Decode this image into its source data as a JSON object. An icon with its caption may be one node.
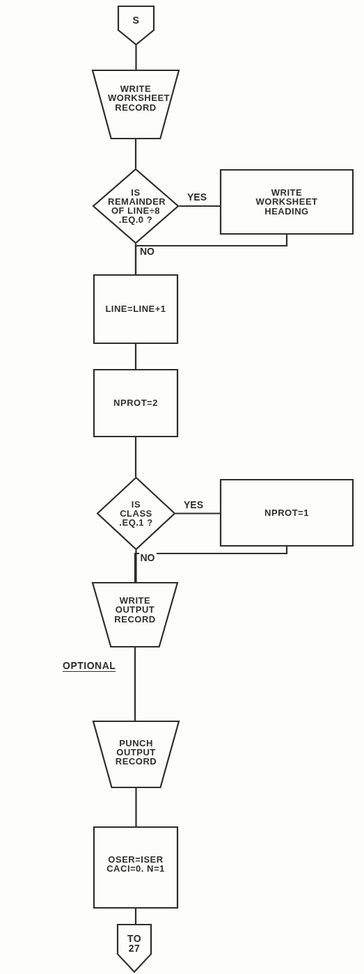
{
  "diagram": {
    "nodes": [
      {
        "text": [
          "S"
        ]
      },
      {
        "text": [
          "WRITE WORKSHEET RECORD"
        ]
      },
      {
        "text": [
          "IS REMAINDER OF LINE÷8 .EQ.0 ?"
        ]
      },
      {
        "text": [
          "WRITE WORKSHEET HEADING"
        ]
      },
      {
        "text": [
          "LINE=LINE+1"
        ]
      },
      {
        "text": [
          "NPROT=2"
        ]
      },
      {
        "text": [
          "IS CLASS .EQ.1 ?"
        ]
      },
      {
        "text": [
          "NPROT=1"
        ]
      },
      {
        "text": [
          "WRITE OUTPUT RECORD"
        ]
      },
      {
        "text": [
          "PUNCH OUTPUT RECORD"
        ]
      },
      {
        "text": [
          "OSER=ISER CACI=0. N=1"
        ]
      },
      {
        "text": [
          "TO 27"
        ]
      }
    ],
    "edges": [
      {
        "from": 0,
        "to": 1,
        "arrow": "none"
      },
      {
        "from": 1,
        "to": 2,
        "arrow": "none"
      },
      {
        "from": 2,
        "to": 3,
        "arrow": "none",
        "label": "YES"
      },
      {
        "from": 2,
        "to": 4,
        "arrow": "none",
        "label": "NO"
      },
      {
        "from": 3,
        "to": 4,
        "arrow": "none"
      },
      {
        "from": 4,
        "to": 5,
        "arrow": "none"
      },
      {
        "from": 5,
        "to": 6,
        "arrow": "none"
      },
      {
        "from": 6,
        "to": 7,
        "arrow": "none",
        "label": "YES"
      },
      {
        "from": 6,
        "to": 8,
        "arrow": "none",
        "label": "NO"
      },
      {
        "from": 7,
        "to": 8,
        "arrow": "none"
      },
      {
        "from": 8,
        "to": 9,
        "arrow": "none"
      },
      {
        "from": 9,
        "to": 10,
        "arrow": "none"
      },
      {
        "from": 10,
        "to": 11,
        "arrow": "none"
      }
    ],
    "labels": [
      "OPTIONAL"
    ]
  }
}
